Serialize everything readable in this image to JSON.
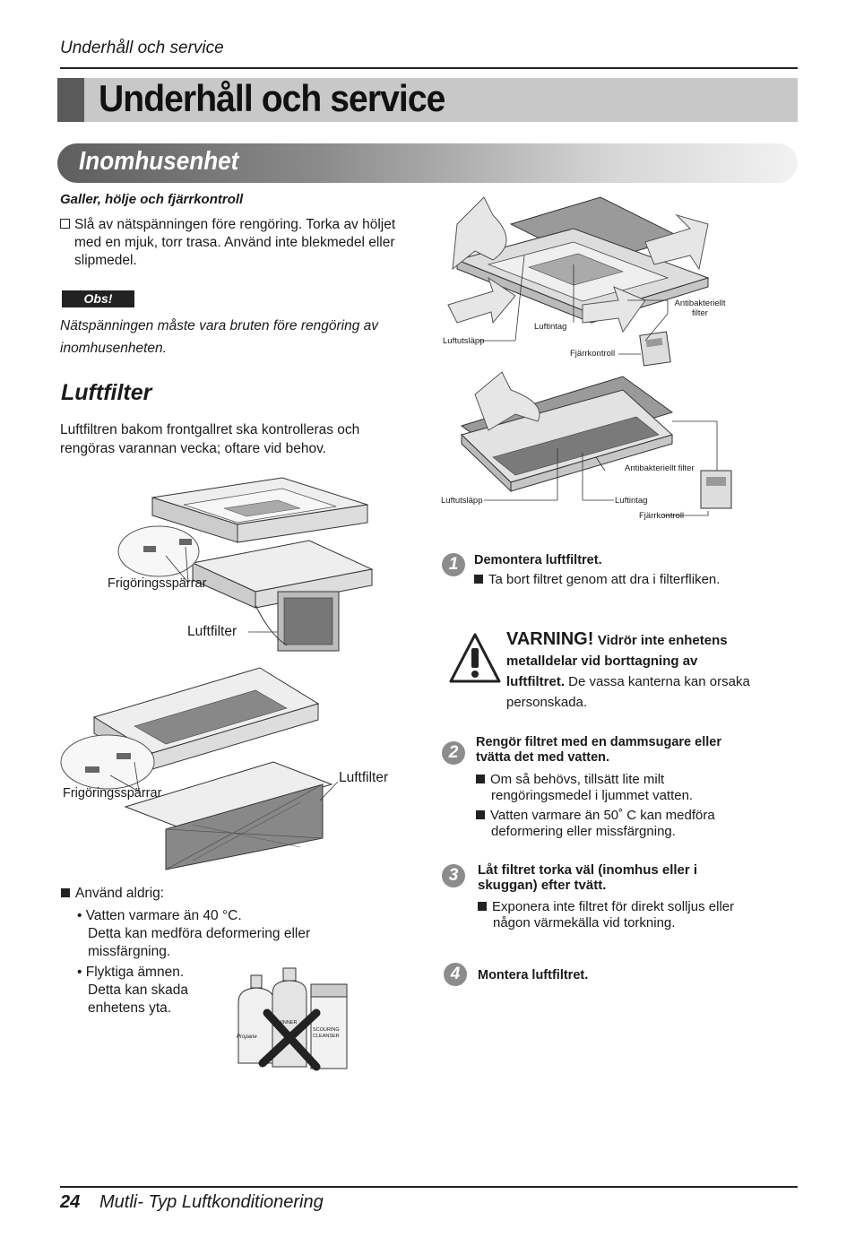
{
  "header": {
    "running_title": "Underhåll och service"
  },
  "page_title": "Underhåll och service",
  "section_title": "Inomhusenhet",
  "galler": {
    "heading": "Galler, hölje och fjärrkontroll",
    "text_line1": "Slå av nätspänningen före rengöring. Torka av höljet",
    "text_line2": "med en mjuk, torr trasa. Använd inte blekmedel eller",
    "text_line3": "slipmedel."
  },
  "obs": {
    "badge": "Obs!",
    "line1": "Nätspänningen måste vara bruten före rengöring av",
    "line2": "inomhusenheten."
  },
  "luftfilter": {
    "heading": "Luftfilter",
    "line1": "Luftfiltren bakom frontgallret ska kontrolleras och",
    "line2": "rengöras varannan vecka; oftare vid behov."
  },
  "left_figure_labels": {
    "release_1": "Frigöringsspärrar",
    "filter_1": "Luftfilter",
    "release_2": "Frigöringsspärrar",
    "filter_2": "Luftfilter"
  },
  "never_use": {
    "heading": "Använd aldrig:",
    "item1_line1": "• Vatten varmare än 40 °C.",
    "item1_line2": "Detta kan medföra deformering eller",
    "item1_line3": "missfärgning.",
    "item2_line1": "• Flyktiga ämnen.",
    "item2_line2": "Detta kan skada",
    "item2_line3": "enhetens yta."
  },
  "bottle_labels": {
    "b1": "Propane",
    "b2": "THINNER",
    "b3": "SCOURING CLEANSER"
  },
  "top_figure_labels": {
    "antibac": "Antibakteriellt filter",
    "intake": "Luftintag",
    "outlet": "Luftutsläpp",
    "remote": "Fjärrkontroll"
  },
  "mid_figure_labels": {
    "antibac": "Antibakteriellt filter",
    "intake": "Luftintag",
    "outlet": "Luftutsläpp",
    "remote": "Fjärrkontroll"
  },
  "steps": [
    {
      "num": "1",
      "title": "Demontera luftfiltret.",
      "body": "Ta bort filtret genom att dra i filterfliken."
    },
    {
      "num": "2",
      "title_line1": "Rengör filtret med en dammsugare eller",
      "title_line2": "tvätta det med vatten.",
      "body1_line1": "Om så behövs, tillsätt lite milt",
      "body1_line2": "rengöringsmedel i ljummet vatten.",
      "body2_line1": "Vatten varmare än 50˚ C kan medföra",
      "body2_line2": "deformering eller missfärgning."
    },
    {
      "num": "3",
      "title_line1": "Låt filtret torka väl (inomhus eller i",
      "title_line2": "skuggan) efter tvätt.",
      "body_line1": "Exponera inte filtret för direkt solljus eller",
      "body_line2": "någon värmekälla vid torkning."
    },
    {
      "num": "4",
      "title": "Montera luftfiltret."
    }
  ],
  "warning": {
    "label": "VARNING!",
    "bold_line1": "Vidrör inte enhetens",
    "bold_line2": "metalldelar vid borttagning av",
    "bold_line3": "luftfiltret.",
    "normal_line3": "De vassa kanterna kan orsaka",
    "line4": "personskada."
  },
  "footer": {
    "page_number": "24",
    "text": "Mutli- Typ Luftkonditionering"
  }
}
